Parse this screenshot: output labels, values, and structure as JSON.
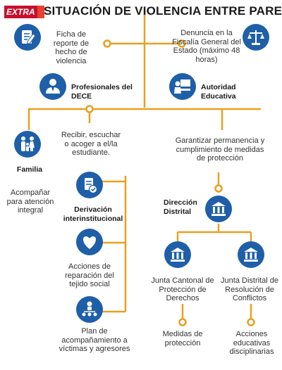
{
  "header": {
    "logo": "EXTRA",
    "title": "SITUACIÓN DE VIOLENCIA ENTRE PARES"
  },
  "nodes": {
    "ficha": "Ficha de reporte de hecho de violencia",
    "denuncia": "Denuncia en la Fiscalía General del Estado (máximo 48 horas)",
    "dece": "Profesionales del DECE",
    "autoridad": "Autoridad Educativa",
    "familia": "Familia",
    "acompanar": "Acompañar para atención integral",
    "recibir": "Recibir, escuchar o acoger a el/la estudiante.",
    "derivacion": "Derivación interinstitucional",
    "acciones_rep": "Acciones de reparación del tejido social",
    "plan": "Plan de acompañamiento a víctimas y agresores",
    "garantizar": "Garantizar permanencia y cumplimiento de medidas de protección",
    "direccion": "Dirección Distrital",
    "junta_cantonal": "Junta Cantonal de Protección de Derechos",
    "junta_distrital": "Junta Distrital de Resolución de Conflictos",
    "medidas": "Medidas de protección",
    "acciones_disc": "Acciones educativas disciplinarias"
  },
  "colors": {
    "line": "#e8a020",
    "icon": "#1e5fa8",
    "brand": "#c8102e"
  }
}
